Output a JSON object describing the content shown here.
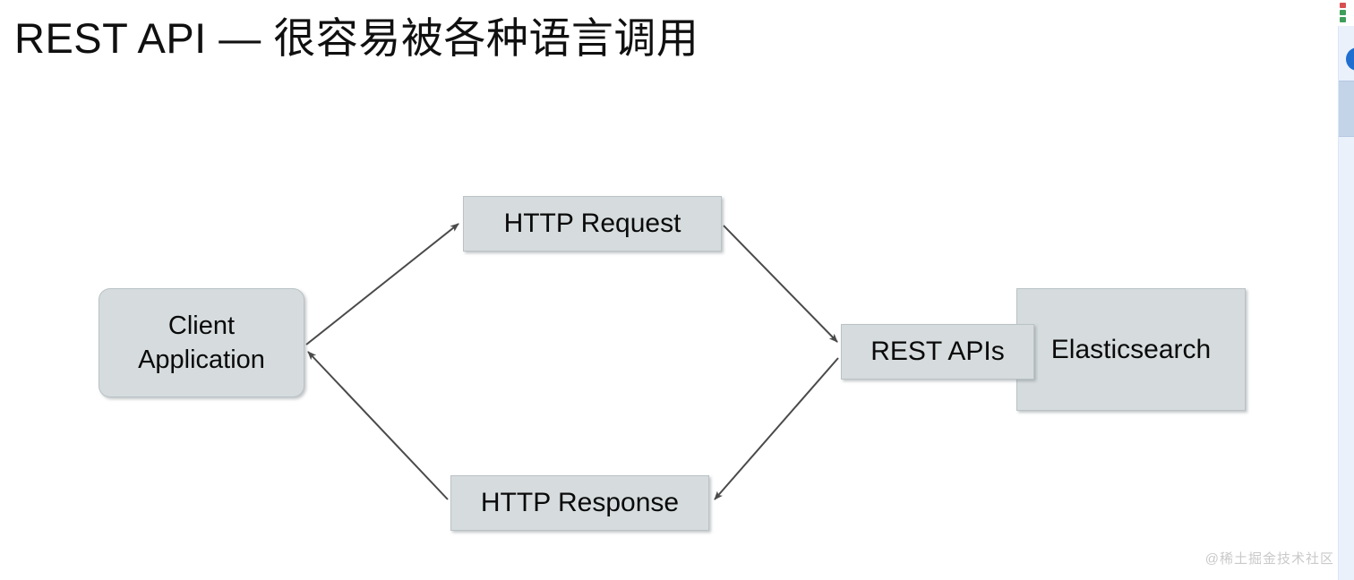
{
  "slide": {
    "title": "REST API — 很容易被各种语言调用",
    "background_color": "#ffffff",
    "watermark": "@稀土掘金技术社区"
  },
  "diagram": {
    "type": "flow",
    "node_fill_color": "#d6dcde",
    "node_border_color": "#b9c2c5",
    "arrow_color": "#4a4a4a",
    "nodes": [
      {
        "id": "client",
        "label": "Client\nApplication",
        "shape": "rounded-rectangle"
      },
      {
        "id": "http_request",
        "label": "HTTP Request",
        "shape": "rectangle"
      },
      {
        "id": "http_response",
        "label": "HTTP Response",
        "shape": "rectangle"
      },
      {
        "id": "rest_apis",
        "label": "REST APIs",
        "shape": "rectangle"
      },
      {
        "id": "elasticsearch",
        "label": "Elasticsearch",
        "shape": "rectangle"
      }
    ],
    "edges": [
      {
        "from": "client",
        "to": "http_request",
        "direction": "forward"
      },
      {
        "from": "http_request",
        "to": "rest_apis",
        "direction": "forward"
      },
      {
        "from": "rest_apis",
        "to": "http_response",
        "direction": "forward"
      },
      {
        "from": "http_response",
        "to": "client",
        "direction": "forward"
      }
    ]
  },
  "right_strip": {
    "window_controls": [
      {
        "name": "close",
        "color": "#d94f4f"
      },
      {
        "name": "minimize",
        "color": "#3f9e5a"
      },
      {
        "name": "maximize",
        "color": "#3f9e5a"
      }
    ],
    "panel_background": "#eaf1fb",
    "avatar_color": "#1f6fd0",
    "scrollbar_thumb_color": "#c3d3e8"
  }
}
